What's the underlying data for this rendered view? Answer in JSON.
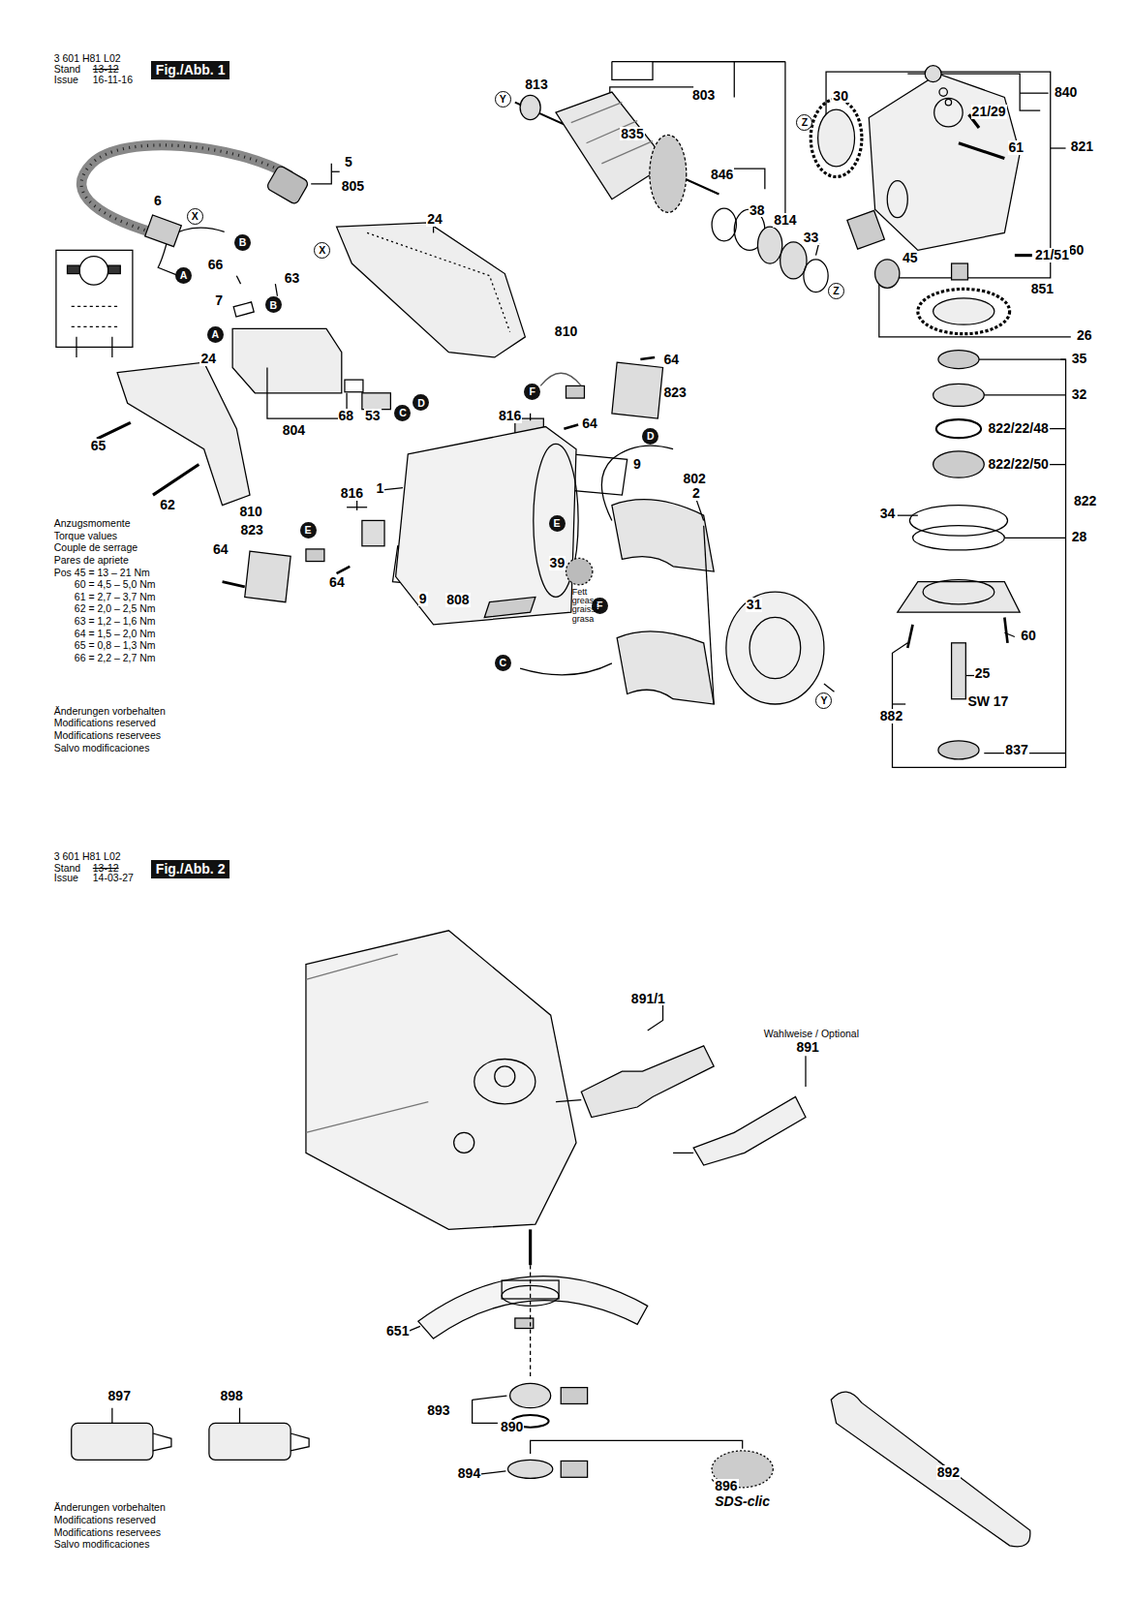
{
  "diagram": {
    "nodes": [
      {
        "text": [
          "Fig./Abb. 1"
        ]
      },
      {
        "text": [
          "Fig./Abb. 2"
        ]
      },
      {
        "text": [
          "Y"
        ]
      },
      {
        "text": [
          "Z"
        ]
      },
      {
        "text": [
          "X"
        ]
      },
      {
        "text": [
          "B"
        ]
      },
      {
        "text": [
          "A"
        ]
      },
      {
        "text": [
          "X"
        ]
      },
      {
        "text": [
          "Z"
        ]
      },
      {
        "text": [
          "B"
        ]
      },
      {
        "text": [
          "A"
        ]
      },
      {
        "text": [
          "F"
        ]
      },
      {
        "text": [
          "D"
        ]
      },
      {
        "text": [
          "C"
        ]
      },
      {
        "text": [
          "D"
        ]
      },
      {
        "text": [
          "E"
        ]
      },
      {
        "text": [
          "E"
        ]
      },
      {
        "text": [
          "F"
        ]
      },
      {
        "text": [
          "C"
        ]
      },
      {
        "text": [
          "Y"
        ]
      }
    ],
    "edges": [],
    "labels": [
      "3 601 H81 L02",
      "Stand",
      "Issue",
      "13-12",
      "16-11-16",
      "813",
      "803",
      "835",
      "30",
      "840",
      "21/29",
      "821",
      "846",
      "38",
      "814",
      "33",
      "61",
      "60",
      "45",
      "21/51",
      "851",
      "26",
      "35",
      "32",
      "822/22/48",
      "822/22/50",
      "822",
      "34",
      "28",
      "60",
      "25",
      "SW 17",
      "882",
      "837",
      "5",
      "805",
      "6",
      "24",
      "66",
      "63",
      "7",
      "804",
      "68",
      "53",
      "24",
      "65",
      "62",
      "810",
      "64",
      "823",
      "816",
      "64",
      "9",
      "802",
      "2",
      "816",
      "810",
      "823",
      "64",
      "64",
      "1",
      "9",
      "808",
      "39",
      "Fett grease graisse grasa",
      "31",
      "Anzugsmomente",
      "Torque values",
      "Couple de serrage",
      "Pares de apriete",
      "Pos",
      "45 = 13 – 21 Nm",
      "60 = 4,5 – 5,0 Nm",
      "61 = 2,7 – 3,7 Nm",
      "62 = 2,0 – 2,5 Nm",
      "63 = 1,2 – 1,6 Nm",
      "64 = 1,5 – 2,0 Nm",
      "65 = 0,8 – 1,3 Nm",
      "66 = 2,2 – 2,7 Nm",
      "Änderungen vorbehalten",
      "Modifications reserved",
      "Modifications reservees",
      "Salvo modificaciones",
      "3 601 H81 L02",
      "Stand",
      "Issue",
      "13-12",
      "14-03-27",
      "891/1",
      "Wahlweise / Optional",
      "891",
      "651",
      "893",
      "890",
      "894",
      "896",
      "SDS-clic",
      "897",
      "898",
      "892",
      "Änderungen vorbehalten",
      "Modifications reserved",
      "Modifications reservees",
      "Salvo modificaciones"
    ]
  }
}
